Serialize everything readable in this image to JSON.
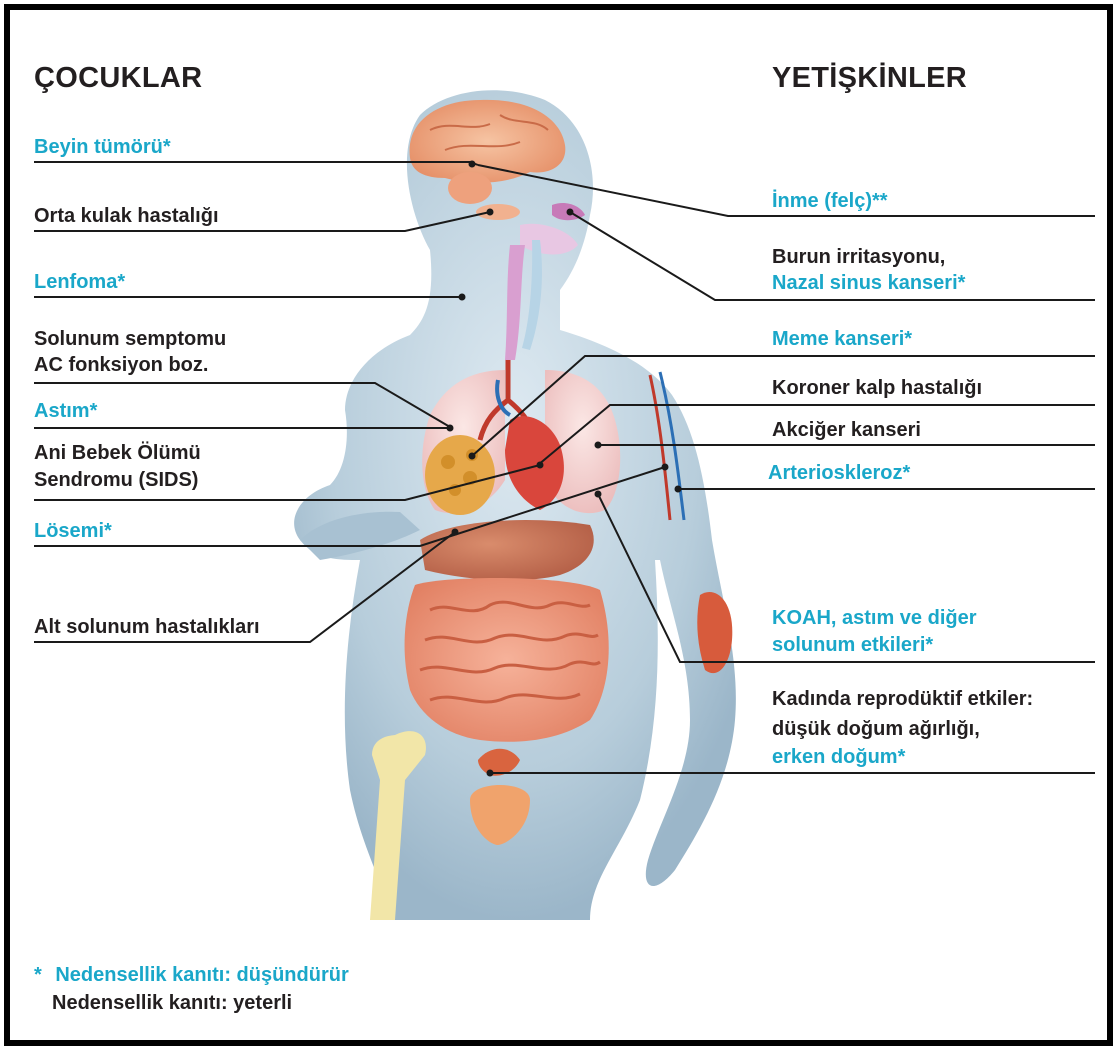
{
  "headings": {
    "left": "ÇOCUKLAR",
    "right": "YETİŞKİNLER"
  },
  "left_labels": {
    "beyin": "Beyin tümörü*",
    "orta_kulak": "Orta kulak hastalığı",
    "lenfoma": "Lenfoma*",
    "solunum_1": "Solunum semptomu",
    "solunum_2": "AC fonksiyon boz.",
    "astim": "Astım*",
    "sids_1": "Ani Bebek Ölümü",
    "sids_2": "Sendromu (SIDS)",
    "losemi": "Lösemi*",
    "alt_solunum": "Alt solunum hastalıkları"
  },
  "right_labels": {
    "inme": "İnme (felç)**",
    "burun_1": "Burun irritasyonu,",
    "burun_2": "Nazal sinus kanseri*",
    "meme": "Meme kanseri*",
    "koroner": "Koroner kalp hastalığı",
    "akciger": "Akciğer kanseri",
    "arterioskleroz": "Arterioskleroz*",
    "koah_1": "KOAH, astım ve diğer",
    "koah_2": "solunum etkileri*",
    "repro_1": "Kadında reprodüktif etkiler:",
    "repro_2": "düşük doğum ağırlığı,",
    "repro_3": "erken doğum*"
  },
  "legend": {
    "suggestive_marker": "*",
    "suggestive": "Nedensellik kanıtı: düşündürür",
    "sufficient": "Nedensellik kanıtı: yeterli"
  },
  "colors": {
    "suggestive_text": "#1aa7c9",
    "sufficient_text": "#231f20",
    "frame": "#000000",
    "body_silhouette": "#b9cedb",
    "organ": "#e98a6c"
  }
}
